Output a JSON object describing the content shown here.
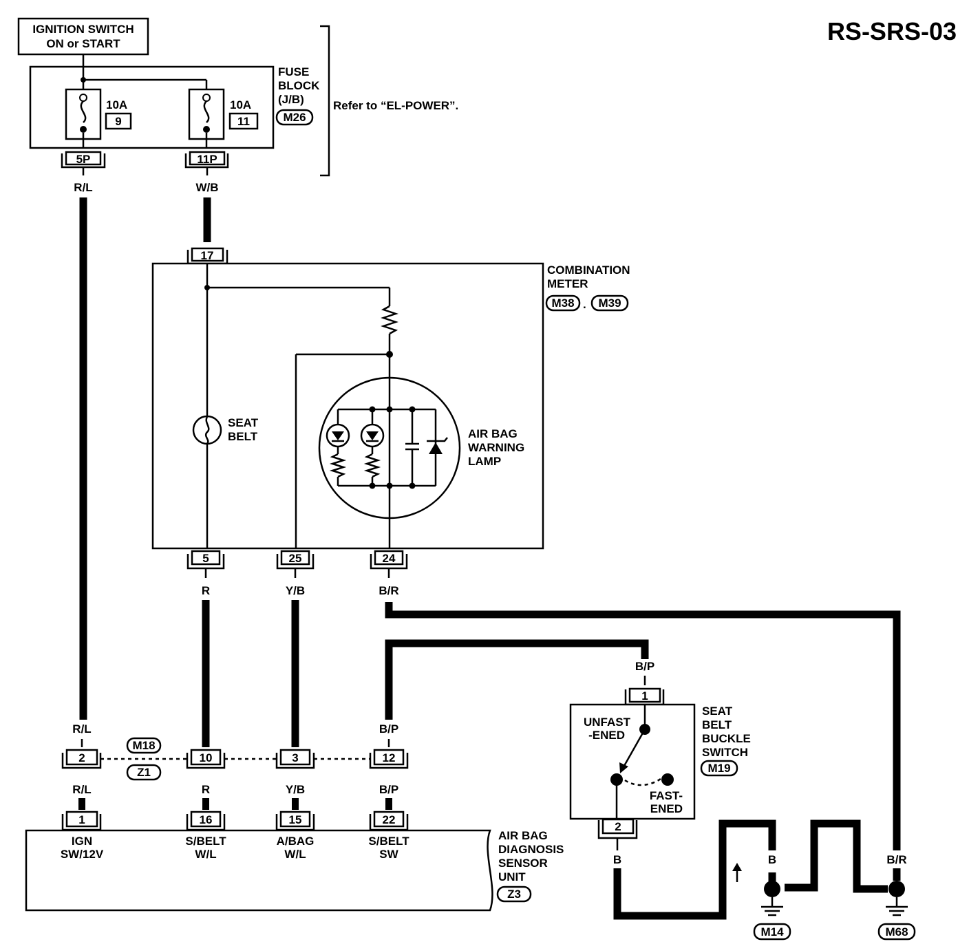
{
  "title": "RS-SRS-03",
  "ignition": {
    "line1": "IGNITION SWITCH",
    "line2": "ON or START"
  },
  "fuse_block": {
    "label": [
      "FUSE",
      "BLOCK",
      "(J/B)"
    ],
    "connector": "M26",
    "refer": "Refer to “EL-POWER”.",
    "fuses": [
      {
        "rating": "10A",
        "number": "9",
        "pin": "5P",
        "wire": "R/L"
      },
      {
        "rating": "10A",
        "number": "11",
        "pin": "11P",
        "wire": "W/B"
      }
    ]
  },
  "combination_meter": {
    "label": [
      "COMBINATION",
      "METER"
    ],
    "connectors": [
      "M38",
      "M39"
    ],
    "connector_sep": ".",
    "pin_in": "17",
    "seat_belt_lamp": [
      "SEAT",
      "BELT"
    ],
    "airbag_lamp": [
      "AIR BAG",
      "WARNING",
      "LAMP"
    ],
    "pins_out": [
      {
        "pin": "5",
        "wire": "R"
      },
      {
        "pin": "25",
        "wire": "Y/B"
      },
      {
        "pin": "24",
        "wire": "B/R"
      }
    ]
  },
  "harness_connector": {
    "connectors": [
      "M18",
      "Z1"
    ],
    "pins": [
      {
        "pin": "2",
        "wire_top": "R/L",
        "wire_bottom": "R/L"
      },
      {
        "pin": "10",
        "wire_top": "",
        "wire_bottom": "R"
      },
      {
        "pin": "3",
        "wire_top": "",
        "wire_bottom": "Y/B"
      },
      {
        "pin": "12",
        "wire_top": "B/P",
        "wire_bottom": "B/P"
      }
    ]
  },
  "sensor_unit": {
    "label": [
      "AIR BAG",
      "DIAGNOSIS",
      "SENSOR",
      "UNIT"
    ],
    "connector": "Z3",
    "pins": [
      {
        "pin": "1",
        "func": [
          "IGN",
          "SW/12V"
        ]
      },
      {
        "pin": "16",
        "func": [
          "S/BELT",
          "W/L"
        ]
      },
      {
        "pin": "15",
        "func": [
          "A/BAG",
          "W/L"
        ]
      },
      {
        "pin": "22",
        "func": [
          "S/BELT",
          "SW"
        ]
      }
    ]
  },
  "buckle_switch": {
    "label": [
      "SEAT",
      "BELT",
      "BUCKLE",
      "SWITCH"
    ],
    "connector": "M19",
    "pin_top": "1",
    "wire_top": "B/P",
    "pin_bottom": "2",
    "wire_bottom": "B",
    "unfastened": [
      "UNFAST",
      "-ENED"
    ],
    "fastened": [
      "FAST-",
      "ENED"
    ]
  },
  "grounds": {
    "wires": [
      "B",
      "B",
      "B",
      "B/R"
    ],
    "points": [
      "M14",
      "M68"
    ]
  },
  "colors": {
    "line": "#000000",
    "background": "#ffffff"
  }
}
